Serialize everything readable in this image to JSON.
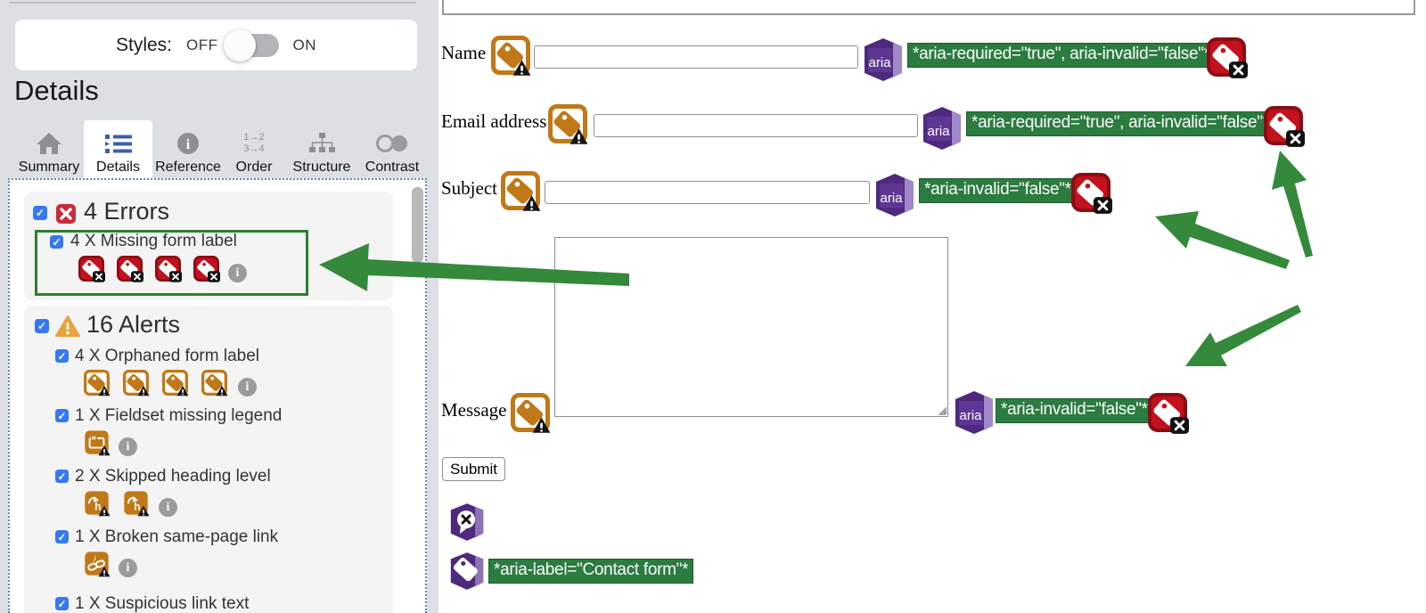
{
  "sidebar": {
    "styles": {
      "label": "Styles:",
      "off": "OFF",
      "on": "ON"
    },
    "heading": "Details",
    "tabs": [
      {
        "label": "Summary"
      },
      {
        "label": "Details",
        "active": true
      },
      {
        "label": "Reference"
      },
      {
        "label": "Order"
      },
      {
        "label": "Structure"
      },
      {
        "label": "Contrast"
      }
    ],
    "order_lines": [
      "1→2",
      "3→4"
    ],
    "errors": {
      "title": "4 Errors",
      "items": [
        {
          "label": "4 X Missing form label",
          "icon": "error-tag",
          "icon_count": 4
        }
      ]
    },
    "alerts": {
      "title": "16 Alerts",
      "items": [
        {
          "label": "4 X Orphaned form label",
          "icon": "alert-tag",
          "icon_count": 4
        },
        {
          "label": "1 X Fieldset missing legend",
          "icon": "alert-fieldset",
          "icon_count": 1
        },
        {
          "label": "2 X Skipped heading level",
          "icon": "alert-heading",
          "icon_count": 2
        },
        {
          "label": "1 X Broken same-page link",
          "icon": "alert-link",
          "icon_count": 1
        },
        {
          "label": "1 X Suspicious link text",
          "icon_count": 1
        }
      ]
    }
  },
  "form": {
    "aria_text": "aria",
    "fields": [
      {
        "label": "Name",
        "value": "",
        "badge": "*aria-required=\"true\", aria-invalid=\"false\"*"
      },
      {
        "label": "Email address",
        "value": "",
        "badge": "*aria-required=\"true\", aria-invalid=\"false\"*"
      },
      {
        "label": "Subject",
        "value": "",
        "badge": "*aria-invalid=\"false\"*"
      },
      {
        "label": "Message",
        "value": "",
        "badge": "*aria-invalid=\"false\"*"
      }
    ],
    "submit": "Submit",
    "aria_label_badge": "*aria-label=\"Contact form\"*"
  },
  "colors": {
    "accent_green": "#2b7c3f",
    "arrow_green": "#35893b",
    "error_red": "#c3111d",
    "alert_orange": "#c17817",
    "aria_purple": "#4e2a7e",
    "checkbox_blue": "#3478f6"
  }
}
